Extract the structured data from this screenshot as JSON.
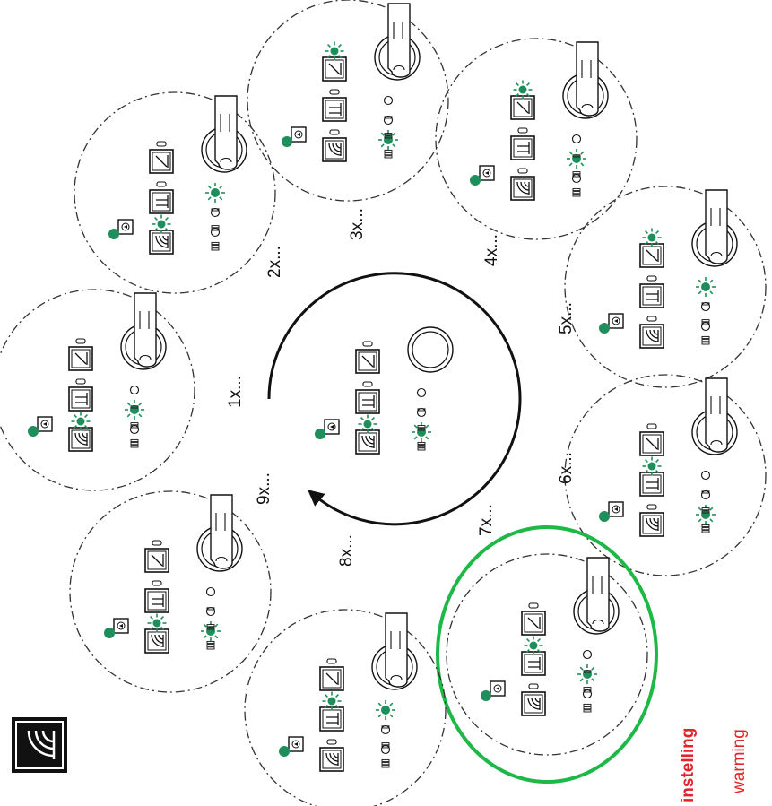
{
  "colors": {
    "led_green": "#1e8f5a",
    "highlight_green": "#1db845",
    "caption_red": "#e3242b",
    "line": "#111111"
  },
  "center": {
    "active_led": 0,
    "active_mode": 0,
    "pressing": false
  },
  "steps": [
    {
      "label": "1x...",
      "active_led": 1,
      "active_mode": 0,
      "highlighted": false
    },
    {
      "label": "2x...",
      "active_led": 2,
      "active_mode": 0,
      "highlighted": false
    },
    {
      "label": "3x...",
      "active_led": 0,
      "active_mode": 2,
      "highlighted": false
    },
    {
      "label": "4x...",
      "active_led": 1,
      "active_mode": 2,
      "highlighted": false
    },
    {
      "label": "5x...",
      "active_led": 2,
      "active_mode": 2,
      "highlighted": false
    },
    {
      "label": "6x...",
      "active_led": 0,
      "active_mode": 1,
      "highlighted": false
    },
    {
      "label": "7x...",
      "active_led": 1,
      "active_mode": 1,
      "highlighted": true
    },
    {
      "label": "8x...",
      "active_led": 2,
      "active_mode": 1,
      "highlighted": false
    },
    {
      "label": "9x...",
      "active_led": 0,
      "active_mode": 0,
      "highlighted": false
    }
  ],
  "legend_icon": "radiant-heat-icon",
  "captions": {
    "setting": "instelling",
    "heating": "warming"
  }
}
